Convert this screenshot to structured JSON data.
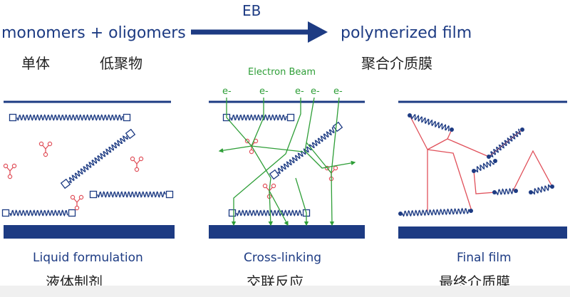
{
  "header": {
    "left_label": "monomers + oligomers",
    "left_cn_1": "单体",
    "left_cn_2": "低聚物",
    "arrow_label": "EB",
    "right_label": "polymerized film",
    "right_cn": "聚合介质膜"
  },
  "panels": [
    {
      "caption": "Liquid formulation",
      "caption_cn": "液体制剂"
    },
    {
      "caption": "Cross-linking",
      "caption_cn": "交联反应",
      "beam_label": "Electron Beam",
      "electron_label": "e-"
    },
    {
      "caption": "Final film",
      "caption_cn": "最终介质膜"
    }
  ],
  "colors": {
    "navy": "#1d3b83",
    "green": "#2e9e37",
    "red": "#e0505a",
    "background": "#ffffff"
  }
}
